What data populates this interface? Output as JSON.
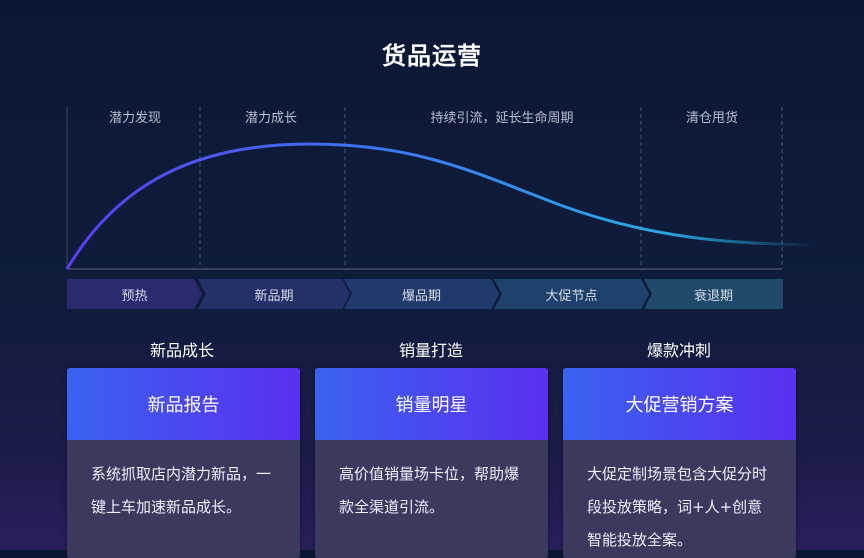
{
  "title": "货品运营",
  "stages": [
    "潜力发现",
    "潜力成长",
    "持续引流，延长生命周期",
    "清仓甩货"
  ],
  "phases": [
    "预热",
    "新品期",
    "爆品期",
    "大促节点",
    "衰退期"
  ],
  "columns": [
    {
      "heading": "新品成长",
      "card_title": "新品报告",
      "card_text": "系统抓取店内潜力新品，一键上车加速新品成长。"
    },
    {
      "heading": "销量打造",
      "card_title": "销量明星",
      "card_text": "高价值销量场卡位，帮助爆款全渠道引流。"
    },
    {
      "heading": "爆款冲刺",
      "card_title": "大促营销方案",
      "card_text": "大促定制场景包含大促分时段投放策略，词+人+创意智能投放全案。"
    }
  ]
}
